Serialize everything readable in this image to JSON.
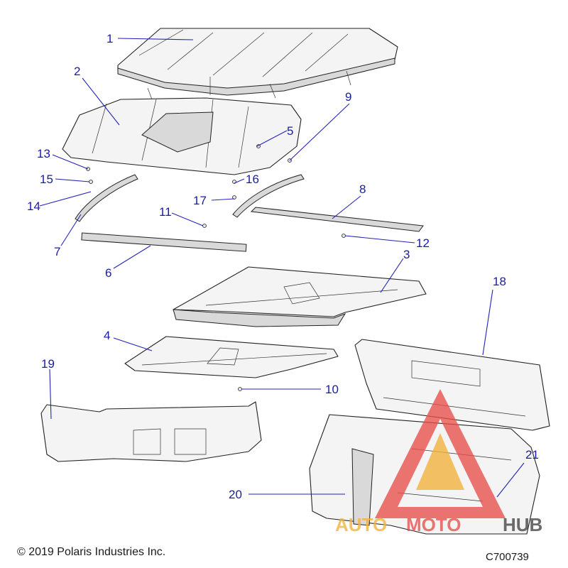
{
  "callouts": [
    "1",
    "2",
    "3",
    "4",
    "5",
    "6",
    "7",
    "8",
    "9",
    "10",
    "11",
    "12",
    "13",
    "14",
    "15",
    "16",
    "17",
    "18",
    "19",
    "20",
    "21"
  ],
  "watermark": {
    "text_auto": "AUTO",
    "text_moto": "MOTO",
    "text_hub": "HUB",
    "color_primary": "#e8504a",
    "color_secondary": "#f2b23a",
    "color_dark": "#444444"
  },
  "footer": {
    "copyright": "© 2019 Polaris Industries Inc.",
    "figure_code": "C700739"
  },
  "colors": {
    "callout": "#1a1aa8",
    "line": "#222222"
  }
}
